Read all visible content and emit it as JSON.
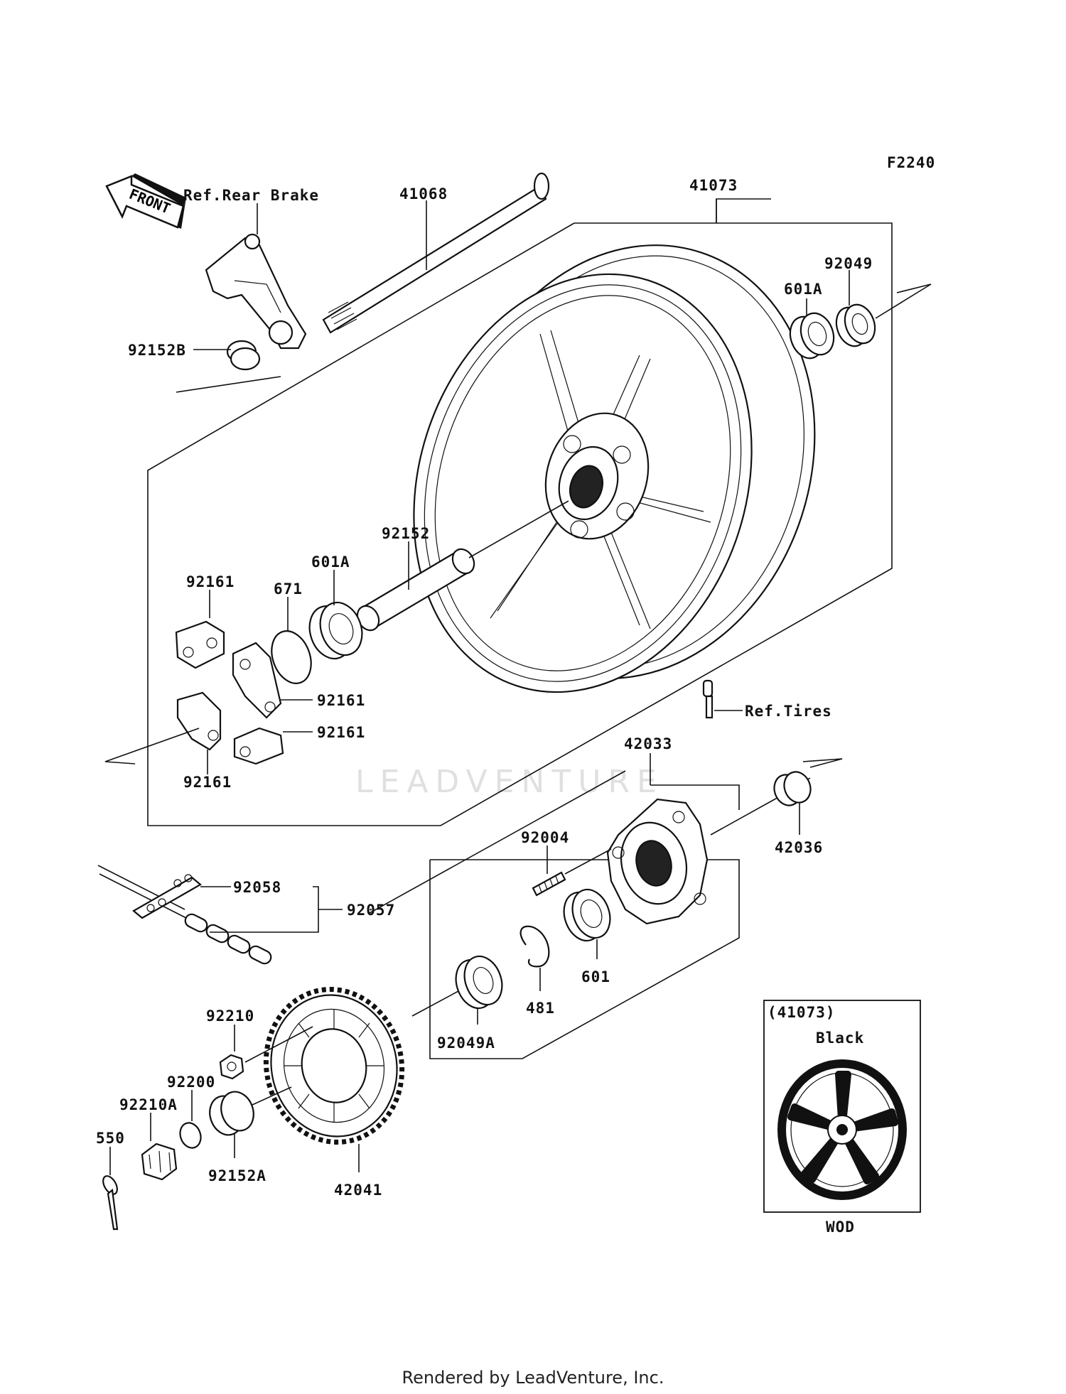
{
  "diagram_code": "F2240",
  "front_arrow": {
    "label": "FRONT"
  },
  "refs": {
    "rear_brake": "Ref.Rear Brake",
    "tires": "Ref.Tires"
  },
  "parts": {
    "p41068": "41068",
    "p41073": "41073",
    "p92049": "92049",
    "p601A_top": "601A",
    "p92152B": "92152B",
    "p92152": "92152",
    "p601A": "601A",
    "p671": "671",
    "p92161_a": "92161",
    "p92161_b": "92161",
    "p92161_c": "92161",
    "p92161_d": "92161",
    "p42033": "42033",
    "p42036": "42036",
    "p92004": "92004",
    "p92058": "92058",
    "p92057": "92057",
    "p601": "601",
    "p481": "481",
    "p92049A": "92049A",
    "p92210": "92210",
    "p92200": "92200",
    "p92210A": "92210A",
    "p550": "550",
    "p92152A": "92152A",
    "p42041": "42041"
  },
  "inset": {
    "part": "(41073)",
    "color": "Black",
    "code": "WOD"
  },
  "watermark": "LEADVENTURE",
  "footer": "Rendered by LeadVenture, Inc."
}
